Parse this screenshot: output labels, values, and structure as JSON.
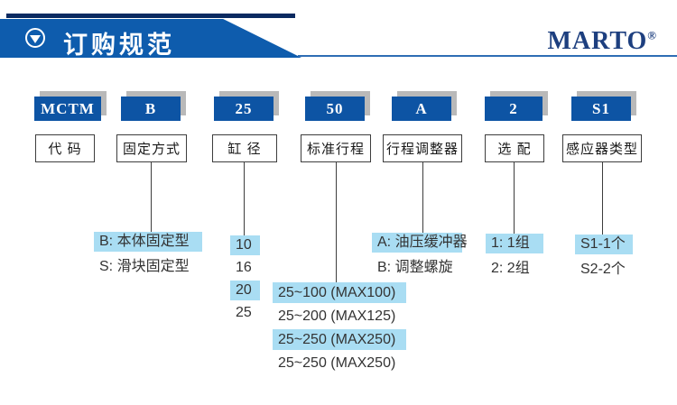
{
  "header": {
    "title": "订购规范",
    "brand": "MARTO",
    "registered_mark": "®"
  },
  "colors": {
    "banner_blue": "#0e5cad",
    "navy_accent": "#0a2a60",
    "code_box_blue": "#0d54a4",
    "box_shadow_gray": "#b9b9b9",
    "highlight_blue": "#a9ddf3",
    "brand_navy": "#1d3f7f",
    "connector_line": "#3d3d3d"
  },
  "columns": [
    {
      "code": "MCTM",
      "label": "代 码",
      "options": []
    },
    {
      "code": "B",
      "label": "固定方式",
      "options": [
        {
          "text": "B: 本体固定型",
          "highlighted": true
        },
        {
          "text": "S: 滑块固定型",
          "highlighted": false
        }
      ]
    },
    {
      "code": "25",
      "label": "缸 径",
      "options": [
        {
          "text": "10",
          "highlighted": true
        },
        {
          "text": "16",
          "highlighted": false
        },
        {
          "text": "20",
          "highlighted": true
        },
        {
          "text": "25",
          "highlighted": false
        }
      ]
    },
    {
      "code": "50",
      "label": "标准行程",
      "options": [
        {
          "text": "25~100 (MAX100)",
          "highlighted": true
        },
        {
          "text": "25~200 (MAX125)",
          "highlighted": false
        },
        {
          "text": "25~250 (MAX250)",
          "highlighted": true
        },
        {
          "text": "25~250 (MAX250)",
          "highlighted": false
        }
      ]
    },
    {
      "code": "A",
      "label": "行程调整器",
      "options": [
        {
          "text": "A: 油压缓冲器",
          "highlighted": true
        },
        {
          "text": "B: 调整螺旋",
          "highlighted": false
        }
      ]
    },
    {
      "code": "2",
      "label": "选 配",
      "options": [
        {
          "text": "1: 1组",
          "highlighted": true
        },
        {
          "text": "2: 2组",
          "highlighted": false
        }
      ]
    },
    {
      "code": "S1",
      "label": "感应器类型",
      "options": [
        {
          "text": "S1-1个",
          "highlighted": true
        },
        {
          "text": "S2-2个",
          "highlighted": false
        }
      ]
    }
  ]
}
